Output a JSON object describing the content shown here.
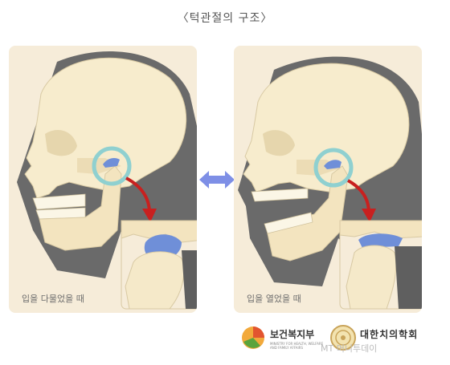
{
  "title": "〈턱관절의 구조〉",
  "panels": [
    {
      "caption": "입을 다물었을 때",
      "state": "closed"
    },
    {
      "caption": "입을 열었을 때",
      "state": "open"
    }
  ],
  "middle_arrow_icon": "double-arrow-icon",
  "logos": {
    "ministry": "보건복지부",
    "ministry_sub": "MINISTRY FOR HEALTH, WELFARE AND FAMILY AFFAIRS",
    "association": "대한치의학회",
    "watermark": "MT 머니투데이"
  },
  "colors": {
    "background": "#f6ecd9",
    "bone": "#f5e9c9",
    "shadow": "#5f5f5f",
    "disc": "#6f8fd8",
    "highlight_ring": "#8fd0d0",
    "pointer_arrow": "#d0201f"
  }
}
